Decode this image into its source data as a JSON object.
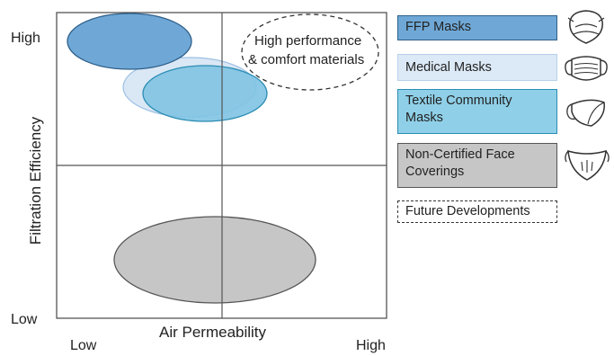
{
  "axes": {
    "y_label": "Filtration Efficiency",
    "y_high": "High",
    "y_low": "Low",
    "x_label": "Air Permeability",
    "x_low": "Low",
    "x_high": "High"
  },
  "regions": {
    "future_line1": "High performance",
    "future_line2": "& comfort materials"
  },
  "legend": [
    {
      "label": "FFP Masks",
      "fill": "#6fa8d6",
      "border": "#2e5f8a",
      "icon": "ffp-mask-icon"
    },
    {
      "label": "Medical Masks",
      "fill": "#dce9f6",
      "border": "#8fb6dd",
      "icon": "medical-mask-icon"
    },
    {
      "label": "Textile Community Masks",
      "fill": "#8fd0e8",
      "border": "#2a8db3",
      "icon": "textile-mask-icon"
    },
    {
      "label": "Non-Certified Face Coverings",
      "fill": "#c6c6c6",
      "border": "#555555",
      "icon": "face-covering-icon"
    },
    {
      "label": "Future Developments",
      "fill": "#ffffff",
      "border": "#333333",
      "icon": ""
    }
  ]
}
